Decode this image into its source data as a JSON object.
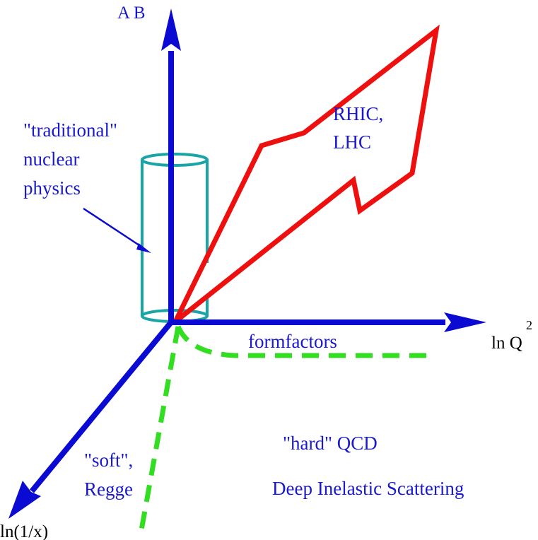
{
  "axes": {
    "vertical": "A B",
    "horizontal": "ln Q",
    "horizontal_exponent": "2",
    "diagonal": "ln(1/x)"
  },
  "labels": {
    "traditional_line1": "\"traditional\"",
    "traditional_line2": "nuclear",
    "traditional_line3": "physics",
    "rhic": "RHIC,",
    "lhc": "LHC",
    "formfactors": "formfactors",
    "soft": "\"soft\",",
    "regge": "Regge",
    "hard_qcd": "\"hard\" QCD",
    "dis": "Deep Inelastic Scattering"
  },
  "colors": {
    "axis": "#0a0ad2",
    "arrow": "#ee0f0f",
    "dashed": "#33dd22",
    "cylinder": "#19a5a5",
    "text": "#1a1acc"
  }
}
